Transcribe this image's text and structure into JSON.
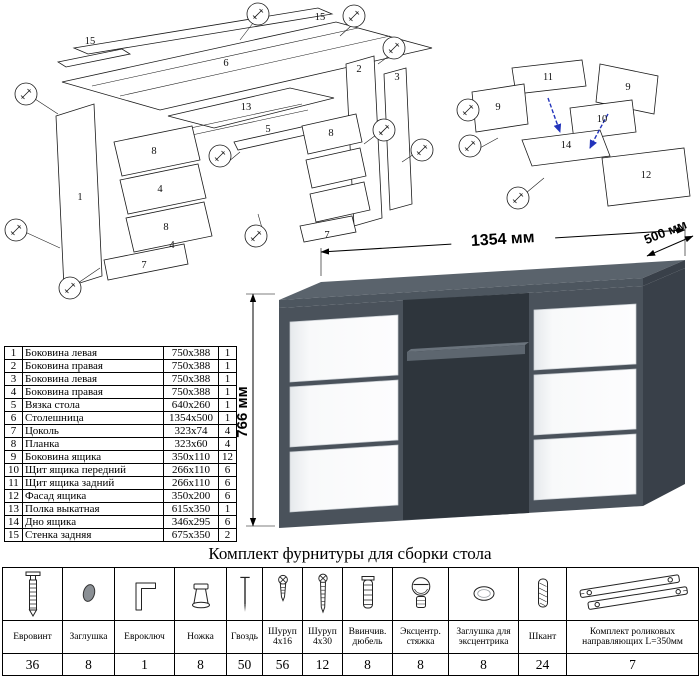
{
  "diagram_left": {
    "labels": [
      "15",
      "15",
      "6",
      "13",
      "1",
      "8",
      "4",
      "8",
      "4",
      "7",
      "5",
      "2",
      "3",
      "8",
      "7"
    ]
  },
  "diagram_right": {
    "labels": [
      "11",
      "9",
      "9",
      "10",
      "14",
      "12"
    ],
    "arrow_color": "#2233bb"
  },
  "desk": {
    "width_label": "1354 мм",
    "depth_label": "500 мм",
    "height_label": "766 мм",
    "colors": {
      "top": "#5a636c",
      "top_edge": "#4d565f",
      "side": "#394049",
      "body": "#4a525b",
      "recess": "#2e353c",
      "tray_front": "#5d666f",
      "tray_top": "#6a737c",
      "drawer": "#f8f9fa"
    }
  },
  "parts_table": {
    "rows": [
      {
        "num": "1",
        "name": "Боковина левая",
        "size": "750x388",
        "qty": "1"
      },
      {
        "num": "2",
        "name": "Боковина правая",
        "size": "750x388",
        "qty": "1"
      },
      {
        "num": "3",
        "name": "Боковина левая",
        "size": "750x388",
        "qty": "1"
      },
      {
        "num": "4",
        "name": "Боковина правая",
        "size": "750x388",
        "qty": "1"
      },
      {
        "num": "5",
        "name": "Вязка стола",
        "size": "640x260",
        "qty": "1"
      },
      {
        "num": "6",
        "name": "Столешница",
        "size": "1354x500",
        "qty": "1"
      },
      {
        "num": "7",
        "name": "Цоколь",
        "size": "323x74",
        "qty": "4"
      },
      {
        "num": "8",
        "name": "Планка",
        "size": "323x60",
        "qty": "4"
      },
      {
        "num": "9",
        "name": "Боковина ящика",
        "size": "350x110",
        "qty": "12"
      },
      {
        "num": "10",
        "name": "Щит ящика передний",
        "size": "266x110",
        "qty": "6"
      },
      {
        "num": "11",
        "name": "Щит ящика задний",
        "size": "266x110",
        "qty": "6"
      },
      {
        "num": "12",
        "name": "Фасад ящика",
        "size": "350x200",
        "qty": "6"
      },
      {
        "num": "13",
        "name": "Полка выкатная",
        "size": "615x350",
        "qty": "1"
      },
      {
        "num": "14",
        "name": "Дно ящика",
        "size": "346x295",
        "qty": "6"
      },
      {
        "num": "15",
        "name": "Стенка задняя",
        "size": "675x350",
        "qty": "2"
      }
    ]
  },
  "hardware": {
    "title": "Комплект фурнитуры для сборки стола",
    "items": [
      {
        "name": "Евровинт",
        "qty": "36",
        "icon": "euro-screw"
      },
      {
        "name": "Заглушка",
        "qty": "8",
        "icon": "cap"
      },
      {
        "name": "Евроключ",
        "qty": "1",
        "icon": "hex-key"
      },
      {
        "name": "Ножка",
        "qty": "8",
        "icon": "foot"
      },
      {
        "name": "Гвоздь",
        "qty": "50",
        "icon": "nail"
      },
      {
        "name": "Шуруп 4x16",
        "qty": "56",
        "icon": "screw-4x16"
      },
      {
        "name": "Шуруп 4x30",
        "qty": "12",
        "icon": "screw-4x30"
      },
      {
        "name": "Ввинчив. дюбель",
        "qty": "8",
        "icon": "insert-dowel"
      },
      {
        "name": "Эксцентр. стяжка",
        "qty": "8",
        "icon": "cam-lock"
      },
      {
        "name": "Заглушка для эксцентрика",
        "qty": "8",
        "icon": "cam-cap"
      },
      {
        "name": "Шкант",
        "qty": "24",
        "icon": "wood-dowel"
      },
      {
        "name": "Комплект роликовых направляющих L=350мм",
        "qty": "7",
        "icon": "drawer-slides"
      }
    ]
  }
}
